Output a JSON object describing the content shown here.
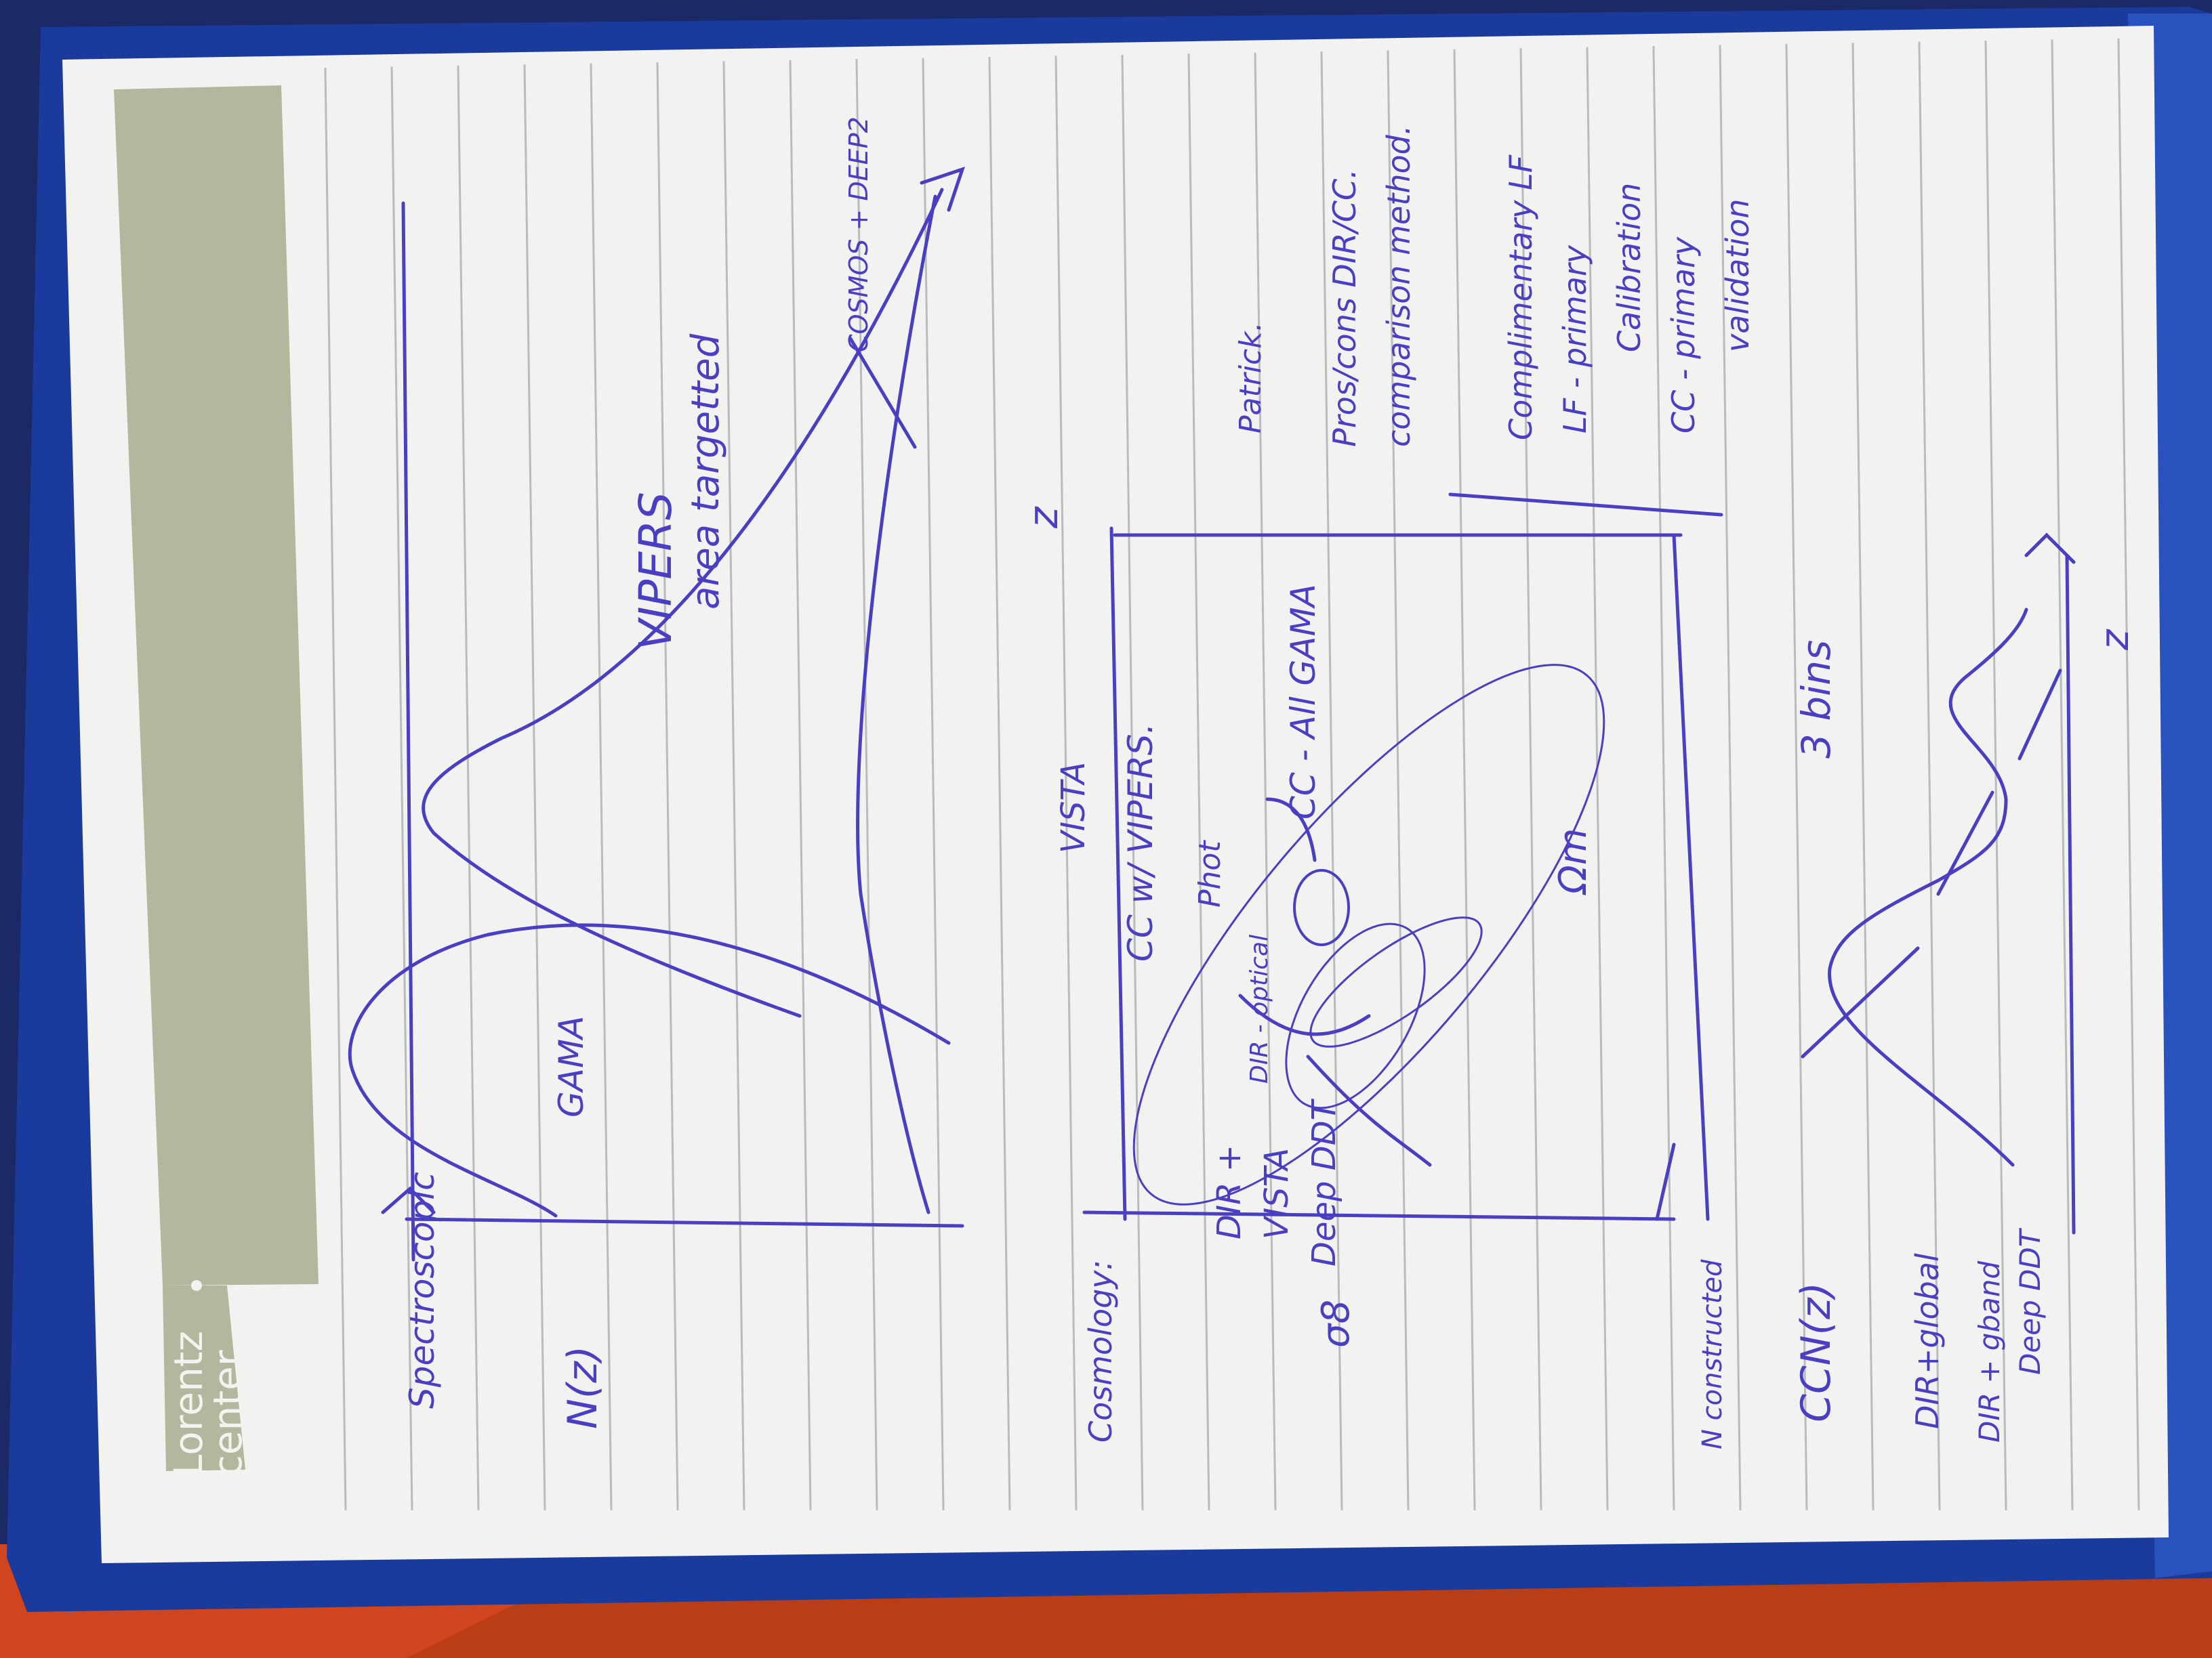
{
  "colors": {
    "desk_orange": "#d0451d",
    "folder_blue": "#1a3a9c",
    "paper": "#f2f3f0",
    "rule_line": "#b9bcbc",
    "header_band": "#b4b79e",
    "ink": "#4a3fc0"
  },
  "logo": {
    "line1": "Lorentz",
    "line2": "center"
  },
  "notes": {
    "top_panel": {
      "y_axis_label": "Spectroscopic",
      "y_label": "N(z)",
      "gama": "GAMA",
      "vipers_1": "VIPERS",
      "vipers_2": "area targetted",
      "cosmos": "COSMOS + DEEP2",
      "x_label": "z"
    },
    "right_column": {
      "patrick": "Patrick.",
      "pros1": "Pros/cons DIR/CC.",
      "pros2": "comparison method.",
      "comp1": "Complimentary LF",
      "comp2": "LF - primary",
      "comp3": "Calibration",
      "cc1": "CC - primary",
      "cc2": "validation"
    },
    "middle_panel": {
      "y_label": "Cosmology:",
      "sigma": "σ8",
      "vista": "VISTA",
      "cc_vipers": "CC w/ VIPERS.",
      "cc_all": "CC - All GAMA",
      "phot": "Phot",
      "dir_vista_1": "DIR +",
      "dir_vista_2": "VISTA",
      "dir_vista_3": "Deep DDT",
      "dir_optical": "DIR - optical",
      "omega": "Ωm"
    },
    "bottom_panel": {
      "y_label": "N constructed",
      "ccn": "CCN(z)",
      "dir_global": "DIR+global",
      "dir_gband_1": "DIR + gband",
      "dir_gband_2": "Deep DDT",
      "bins": "3 bins",
      "x_label": "z"
    }
  }
}
